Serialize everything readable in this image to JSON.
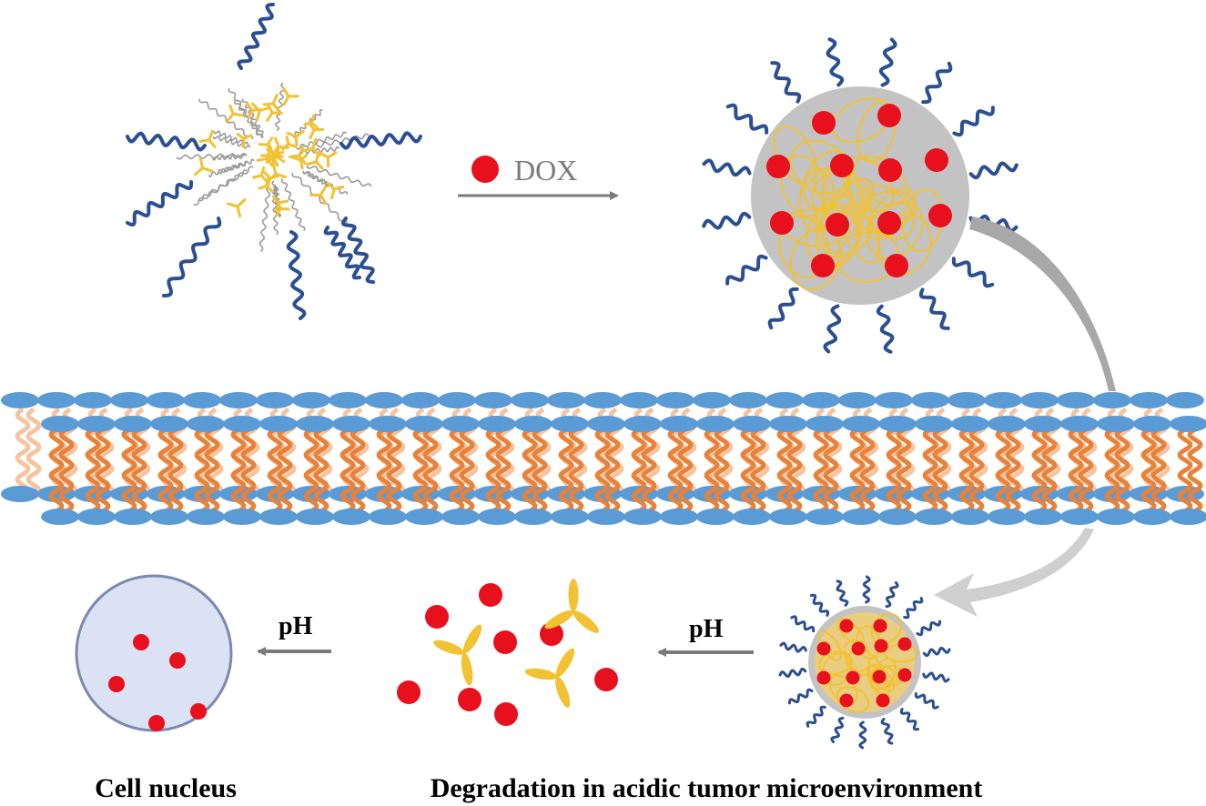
{
  "labels": {
    "dox": "DOX",
    "ph_left": "pH",
    "ph_right": "pH",
    "cell_nucleus": "Cell nucleus",
    "degradation": "Degradation in acidic tumor microenvironment"
  },
  "colors": {
    "peg_chain": "#2b4f93",
    "core_branch": "#f2c232",
    "alkyl_chain": "#9a9a9a",
    "dox": "#e8101c",
    "micelle_core": "#c3c3c3",
    "head_group": "#5b9bd5",
    "tail_front": "#e8823a",
    "tail_back": "#f5c4a0",
    "nucleus_fill": "#dae2f3",
    "nucleus_stroke": "#7a8ab0",
    "arrow": "#7a7a7a"
  }
}
